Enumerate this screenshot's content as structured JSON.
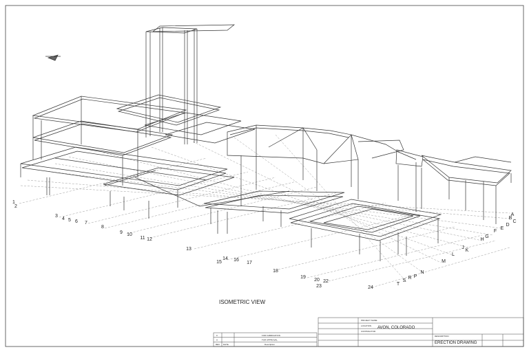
{
  "drawing": {
    "view_title": "ISOMETRIC VIEW"
  },
  "grid_labels": {
    "numbered": [
      "1",
      "2",
      "3",
      "4",
      "5",
      "6",
      "7",
      "8",
      "9",
      "10",
      "11",
      "12",
      "13",
      "14",
      "15",
      "16",
      "17",
      "18",
      "19",
      "20",
      "22",
      "23",
      "24"
    ],
    "lettered": [
      "A",
      "B",
      "C",
      "D",
      "E",
      "F",
      "G",
      "H",
      "J",
      "K",
      "L",
      "M",
      "N",
      "P",
      "R",
      "S",
      "T"
    ]
  },
  "title_block": {
    "project_name_caption": "PROJECT NAME",
    "location_caption": "LOCATION",
    "location": "AVON, COLORADO",
    "contractor_caption": "CONTRACTOR",
    "description_caption": "DESCRIPTION",
    "description": "ERECTION DRAWING",
    "revisions": [
      {
        "rev": "0",
        "date": "",
        "text": "FOR FABRICATION"
      },
      {
        "rev": "A",
        "date": "",
        "text": "FOR APPROVAL"
      },
      {
        "rev": "REV",
        "date": "DATE",
        "text": "Description"
      }
    ]
  }
}
